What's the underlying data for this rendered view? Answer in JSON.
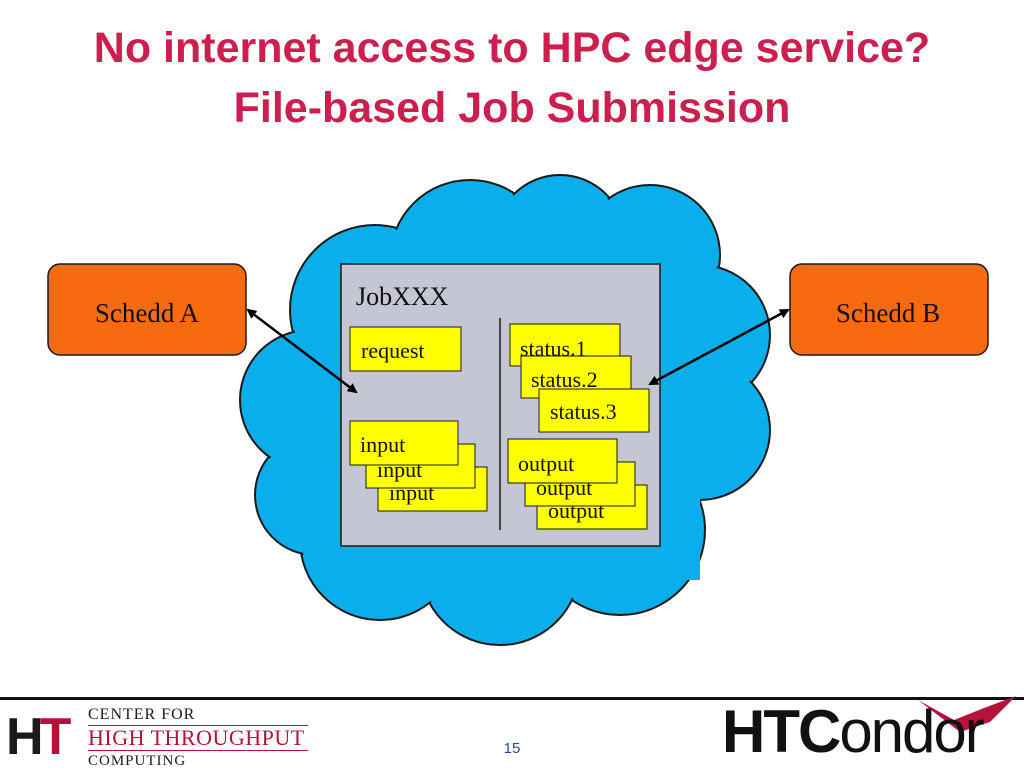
{
  "slide": {
    "title_line1": "No internet access to HPC edge service?",
    "title_line2": "File-based Job Submission",
    "page_number": "15"
  },
  "diagram": {
    "left_node": "Schedd A",
    "right_node": "Schedd B",
    "folder_title": "JobXXX",
    "request_label": "request",
    "input_labels": [
      "input",
      "input",
      "input"
    ],
    "status_labels": [
      "status.1",
      "status.2",
      "status.3"
    ],
    "output_labels": [
      "output",
      "output",
      "output"
    ]
  },
  "footer": {
    "ht_logo": {
      "mark_h": "H",
      "mark_t": "T",
      "line1": "CENTER FOR",
      "line2": "HIGH THROUGHPUT",
      "line3": "COMPUTING"
    },
    "htcondor_logo": {
      "bold_part": "HTC",
      "regular_part": "ondor"
    }
  },
  "colors": {
    "title": "#cc1f4e",
    "cloud_fill": "#0aaeea",
    "folder_fill": "#c4c7d3",
    "node_fill": "#f86a10",
    "file_fill": "#ffff00",
    "logo_accent": "#b6123a"
  }
}
